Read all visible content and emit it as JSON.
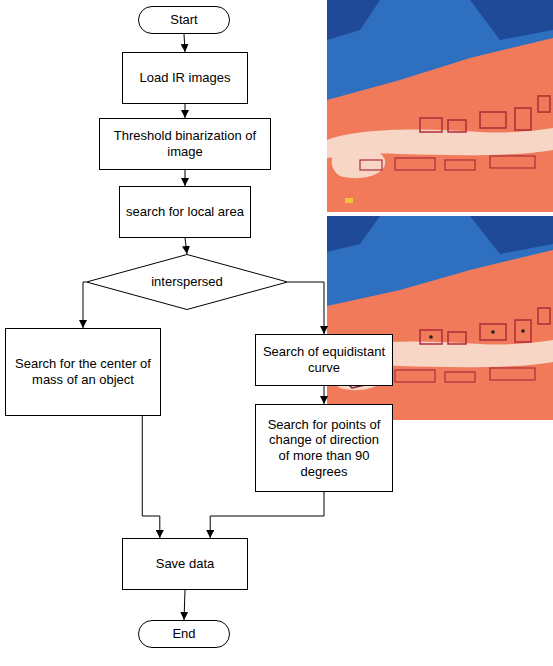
{
  "diagram": {
    "nodes": [
      {
        "text": [
          "Start"
        ]
      },
      {
        "text": [
          "Load IR images"
        ]
      },
      {
        "text": [
          "Threshold binarization of image"
        ]
      },
      {
        "text": [
          "search for local area"
        ]
      },
      {
        "text": [
          "interspersed"
        ]
      },
      {
        "text": [
          "Search for the center of mass of an object"
        ]
      },
      {
        "text": [
          "Search of equidistant curve"
        ]
      },
      {
        "text": [
          "Search for points of change of direction of more than 90 degrees"
        ]
      },
      {
        "text": [
          "Save data"
        ]
      },
      {
        "text": [
          "End"
        ]
      }
    ],
    "edges": [
      {
        "from": 0,
        "to": 1,
        "arrow": "to"
      },
      {
        "from": 1,
        "to": 2,
        "arrow": "to"
      },
      {
        "from": 2,
        "to": 3,
        "arrow": "to"
      },
      {
        "from": 3,
        "to": 4,
        "arrow": "to"
      },
      {
        "from": 4,
        "to": 5,
        "arrow": "to"
      },
      {
        "from": 4,
        "to": 6,
        "arrow": "to"
      },
      {
        "from": 6,
        "to": 7,
        "arrow": "to"
      },
      {
        "from": 5,
        "to": 8,
        "arrow": "to"
      },
      {
        "from": 7,
        "to": 8,
        "arrow": "to"
      },
      {
        "from": 8,
        "to": 9,
        "arrow": "to"
      }
    ]
  }
}
